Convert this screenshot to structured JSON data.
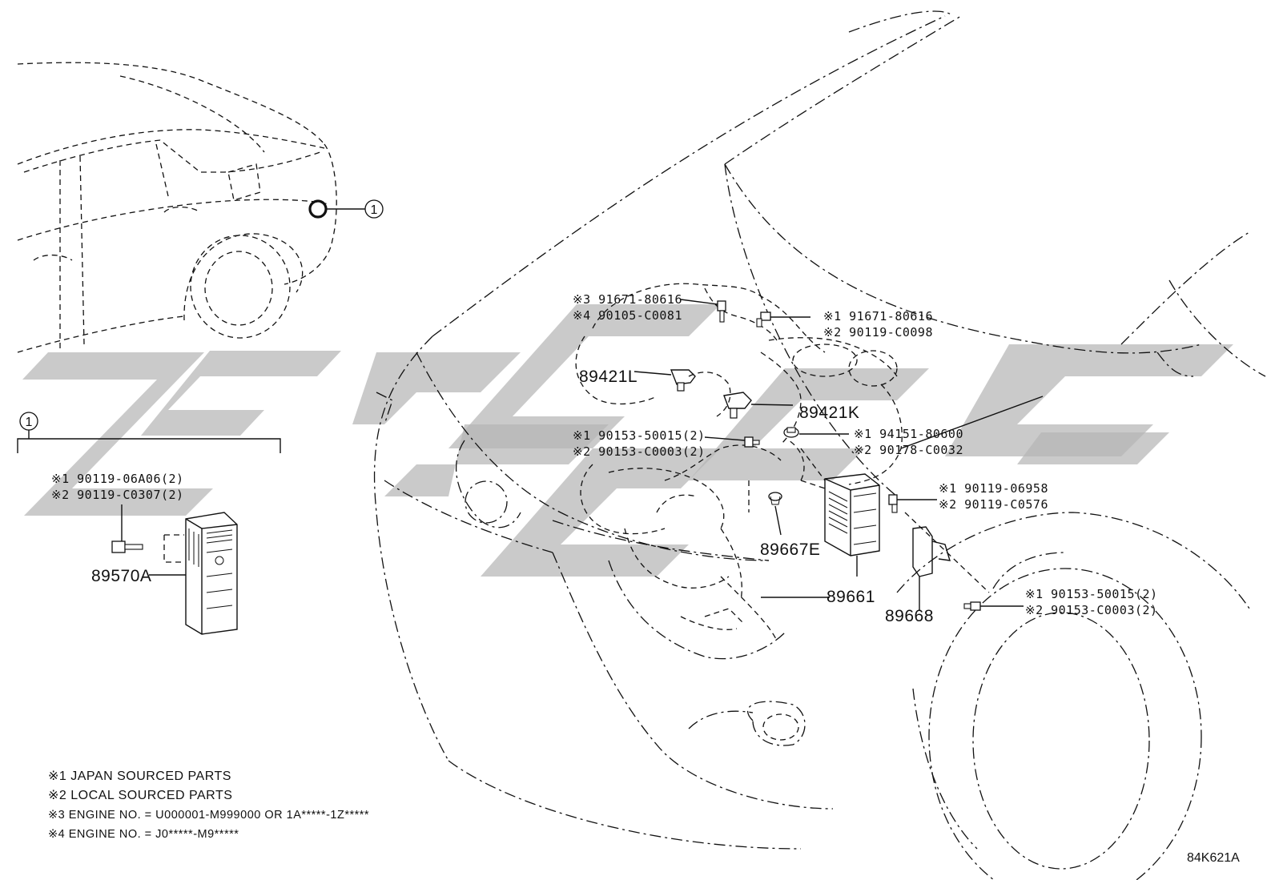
{
  "callouts": {
    "rear_callout_number": "1",
    "inset_callout_number": "1"
  },
  "inset": {
    "fastener_line1": "※1 90119-06A06(2)",
    "fastener_line2": "※2 90119-C0307(2)",
    "part_number": "89570A"
  },
  "labels": {
    "top_bolt_line1": "※3 91671-80616",
    "top_bolt_line2": "※4 90105-C0081",
    "right_bolt_line1": "※1 91671-80616",
    "right_bolt_line2": "※2 90119-C0098",
    "sensor_left": "89421L",
    "sensor_right": "89421K",
    "mid_left_line1": "※1 90153-50015(2)",
    "mid_left_line2": "※2 90153-C0003(2)",
    "mid_right_line1": "※1 94151-80600",
    "mid_right_line2": "※2 90178-C0032",
    "ecu_bolt_line1": "※1 90119-06958",
    "ecu_bolt_line2": "※2 90119-C0576",
    "grommet": "89667E",
    "ecu": "89661",
    "bracket": "89668",
    "bracket_bolt_line1": "※1 90153-50015(2)",
    "bracket_bolt_line2": "※2 90153-C0003(2)"
  },
  "notes": [
    "※1 JAPAN SOURCED PARTS",
    "※2 LOCAL SOURCED PARTS",
    "※3  ENGINE NO. = U000001-M999000 OR 1A*****-1Z*****",
    "※4  ENGINE NO. = J0*****-M9*****"
  ],
  "diagram_code": "84K621A"
}
